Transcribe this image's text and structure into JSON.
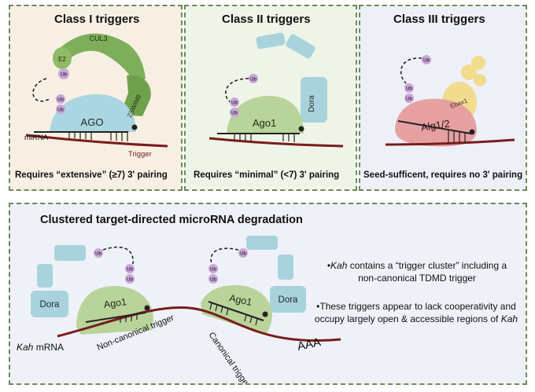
{
  "panels": [
    {
      "title": "Class I triggers",
      "caption": "Requires “extensive” (≥7) 3' pairing"
    },
    {
      "title": "Class II triggers",
      "caption": "Requires “minimal” (<7) 3' pairing"
    },
    {
      "title": "Class III triggers",
      "caption": "Seed-sufficent, requires no 3' pairing"
    }
  ],
  "labels": {
    "ub": "Ub",
    "e2": "E2",
    "cul3": "CUL3",
    "zswim8": "ZSWIM8",
    "ago": "AGO",
    "ago1": "Ago1",
    "dora": "Dora",
    "ebax1": "Ebax1",
    "alg": "Alg1/2",
    "mirna": "miRNA",
    "trigger": "Trigger",
    "kah_italic": "Kah",
    "mrna": " mRNA",
    "noncanonical": "Non-canonical trigger",
    "canonical": "Canonical trigger",
    "aaa": "AAA"
  },
  "clustered": {
    "title": "Clustered target-directed microRNA degradation",
    "note1_italic": "Kah",
    "note1": " contains a “trigger cluster” including a non-canonical TDMD trigger",
    "note2": "•These triggers appear to lack cooperativity and occupy largely open & accessible regions of ",
    "note2_italic": "Kah"
  },
  "colors": {
    "border": "#6b8a5a",
    "ago_blue": "#a9d6e0",
    "ago1_green": "#b9d49a",
    "alg_pink": "#e7a0a2",
    "cul3_green": "#7fae5a",
    "dora_blue": "#a8d3dc",
    "ebax_yellow": "#f1dc8e",
    "ub_purple": "#c9a6d8",
    "rna_red": "#7a1c1c"
  }
}
